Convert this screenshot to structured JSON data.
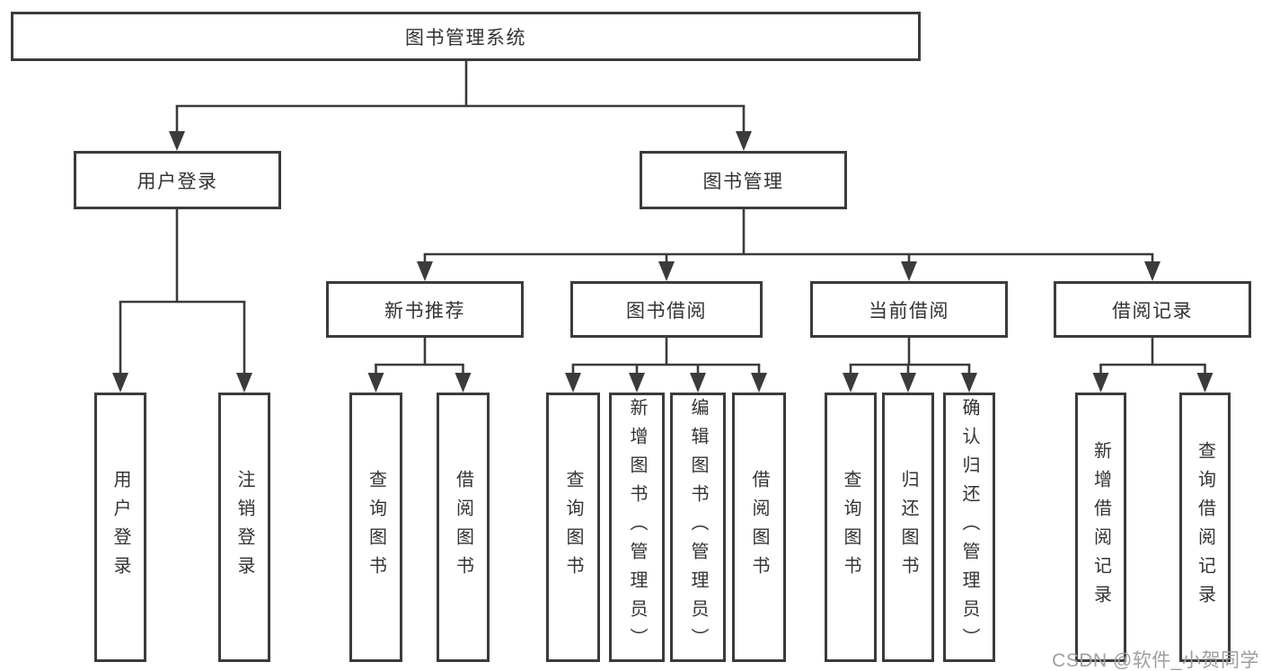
{
  "title": "图书管理系统",
  "tree": {
    "root": {
      "label": "图书管理系统"
    },
    "branches": [
      {
        "label": "用户登录",
        "children": [
          {
            "label": "用户登录"
          },
          {
            "label": "注销登录"
          }
        ]
      },
      {
        "label": "图书管理",
        "children": [
          {
            "label": "新书推荐",
            "children": [
              {
                "label": "查询图书"
              },
              {
                "label": "借阅图书"
              }
            ]
          },
          {
            "label": "图书借阅",
            "children": [
              {
                "label": "查询图书"
              },
              {
                "label": "新增图书（管理员）"
              },
              {
                "label": "编辑图书（管理员）"
              },
              {
                "label": "借阅图书"
              }
            ]
          },
          {
            "label": "当前借阅",
            "children": [
              {
                "label": "查询图书"
              },
              {
                "label": "归还图书"
              },
              {
                "label": "确认归还（管理员）"
              }
            ]
          },
          {
            "label": "借阅记录",
            "children": [
              {
                "label": "新增借阅记录"
              },
              {
                "label": "查询借阅记录"
              }
            ]
          }
        ]
      }
    ]
  },
  "watermark": {
    "text": "CSDN @软件_小贺同学"
  },
  "colors": {
    "line": "#3b3b3b",
    "text": "#333333",
    "watermark": "#9e9e9e",
    "box-bg": "#ffffff"
  }
}
